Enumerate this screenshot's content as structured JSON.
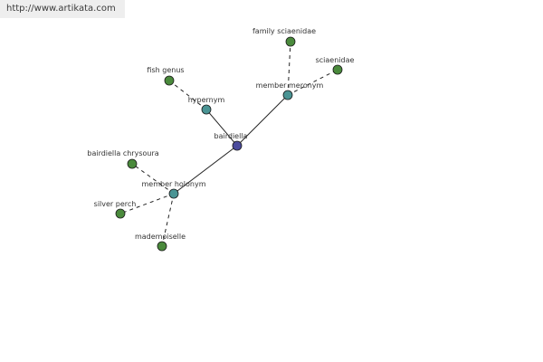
{
  "watermark": "http://www.artikata.com",
  "colors": {
    "center_node": "#4b4b9c",
    "relation_node": "#4a9494",
    "leaf_node": "#4a8a3c",
    "edge": "#222222"
  },
  "nodes": {
    "bairdiella": {
      "label": "bairdiella",
      "kind": "center"
    },
    "hypernym": {
      "label": "hypernym",
      "kind": "relation"
    },
    "member_meronym": {
      "label": "member meronym",
      "kind": "relation"
    },
    "member_holonym": {
      "label": "member holonym",
      "kind": "relation"
    },
    "fish_genus": {
      "label": "fish genus",
      "kind": "leaf"
    },
    "family_sciaenidae": {
      "label": "family sciaenidae",
      "kind": "leaf"
    },
    "sciaenidae": {
      "label": "sciaenidae",
      "kind": "leaf"
    },
    "bairdiella_chrysoura": {
      "label": "bairdiella chrysoura",
      "kind": "leaf"
    },
    "silver_perch": {
      "label": "silver perch",
      "kind": "leaf"
    },
    "mademoiselle": {
      "label": "mademoiselle",
      "kind": "leaf"
    }
  },
  "edges": [
    {
      "from": "bairdiella",
      "to": "hypernym",
      "style": "solid"
    },
    {
      "from": "bairdiella",
      "to": "member_meronym",
      "style": "solid"
    },
    {
      "from": "bairdiella",
      "to": "member_holonym",
      "style": "solid"
    },
    {
      "from": "hypernym",
      "to": "fish_genus",
      "style": "dashed"
    },
    {
      "from": "member_meronym",
      "to": "family_sciaenidae",
      "style": "dashed"
    },
    {
      "from": "member_meronym",
      "to": "sciaenidae",
      "style": "dashed"
    },
    {
      "from": "member_holonym",
      "to": "bairdiella_chrysoura",
      "style": "dashed"
    },
    {
      "from": "member_holonym",
      "to": "silver_perch",
      "style": "dashed"
    },
    {
      "from": "member_holonym",
      "to": "mademoiselle",
      "style": "dashed"
    }
  ]
}
